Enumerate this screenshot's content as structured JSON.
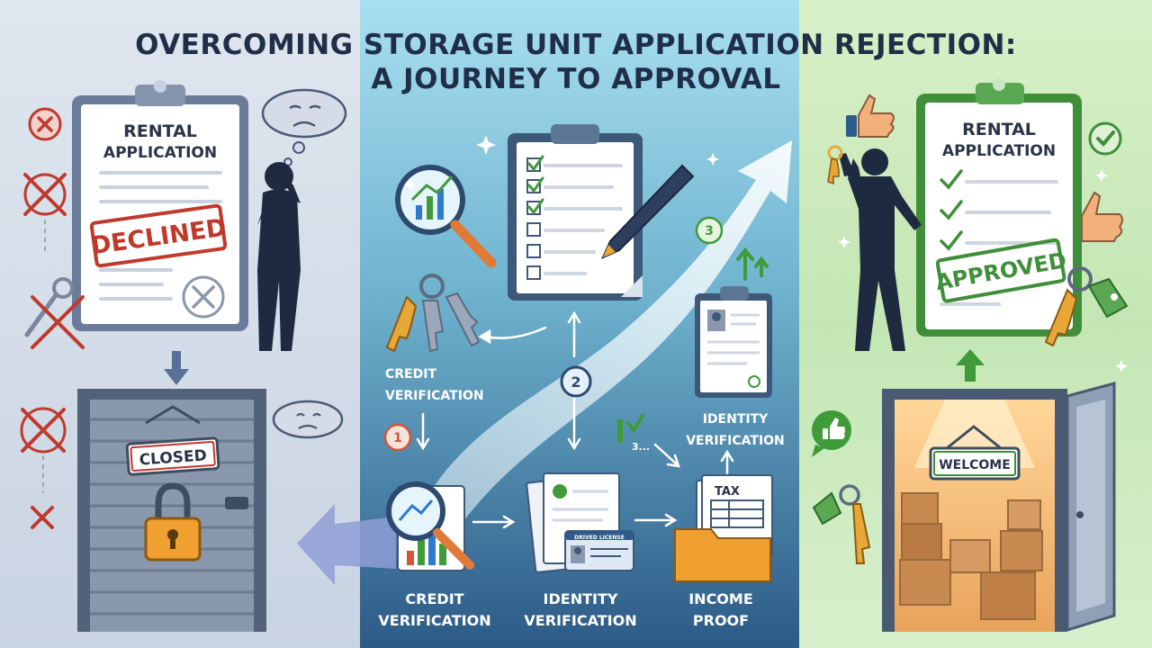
{
  "title": {
    "line1": "OVERCOMING STORAGE UNIT APPLICATION REJECTION:",
    "line2": "A JOURNEY TO APPROVAL"
  },
  "left": {
    "form_title_1": "RENTAL",
    "form_title_2": "APPLICATION",
    "stamp": "DECLINED",
    "sign": "CLOSED"
  },
  "middle": {
    "step1": "1",
    "step2": "2",
    "step3": "3",
    "credit_upper_1": "CREDIT",
    "credit_upper_2": "VERIFICATION",
    "identity_upper_1": "IDENTITY",
    "identity_upper_2": "VERIFICATION",
    "small_note": "3...",
    "credit_lower_1": "CREDIT",
    "credit_lower_2": "VERIFICATION",
    "identity_lower_1": "IDENTITY",
    "identity_lower_2": "VERIFICATION",
    "income_1": "INCOME",
    "income_2": "PROOF",
    "license_text": "DRIVED LICENSE",
    "tax_text": "TAX"
  },
  "right": {
    "form_title_1": "RENTAL",
    "form_title_2": "APPLICATION",
    "stamp": "APPROVED",
    "sign": "WELCOME"
  },
  "colors": {
    "title": "#1f2f48",
    "declined": "#c0392b",
    "approved": "#3f8f3a",
    "silhouette": "#1e2a3f",
    "lock": "#f0a030",
    "key": "#e8a838"
  }
}
